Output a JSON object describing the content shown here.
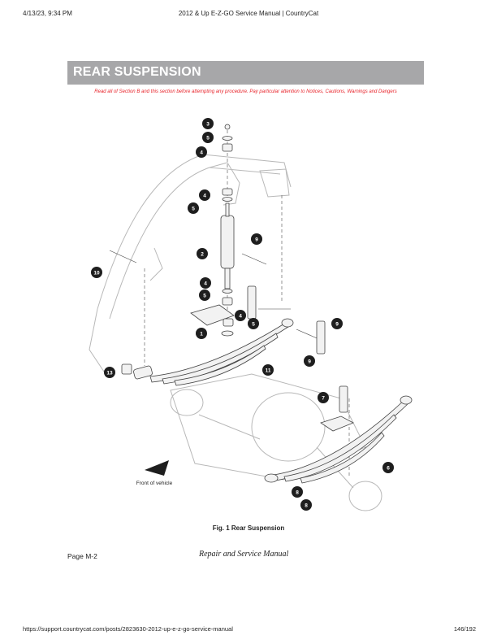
{
  "print_header": {
    "datetime": "4/13/23, 9:34 PM",
    "title": "2012 & Up E-Z-GO Service Manual | CountryCat"
  },
  "section": {
    "title": "REAR SUSPENSION",
    "notice": "Read all of Section B and this section before attempting any procedure. Pay particular attention to Notices, Cautions, Warnings and Dangers"
  },
  "figure": {
    "caption": "Fig. 1  Rear Suspension",
    "front_label": "Front of vehicle",
    "callouts": [
      "3",
      "5",
      "4",
      "4",
      "5",
      "2",
      "9",
      "10",
      "4",
      "5",
      "4",
      "5",
      "1",
      "9",
      "9",
      "11",
      "13",
      "7",
      "6",
      "8",
      "8"
    ]
  },
  "page_footer": {
    "page_label": "Page M-2",
    "manual_name": "Repair and Service Manual"
  },
  "print_footer": {
    "url": "https://support.countrycat.com/posts/2823630-2012-up-e-z-go-service-manual",
    "page_count": "146/192"
  }
}
